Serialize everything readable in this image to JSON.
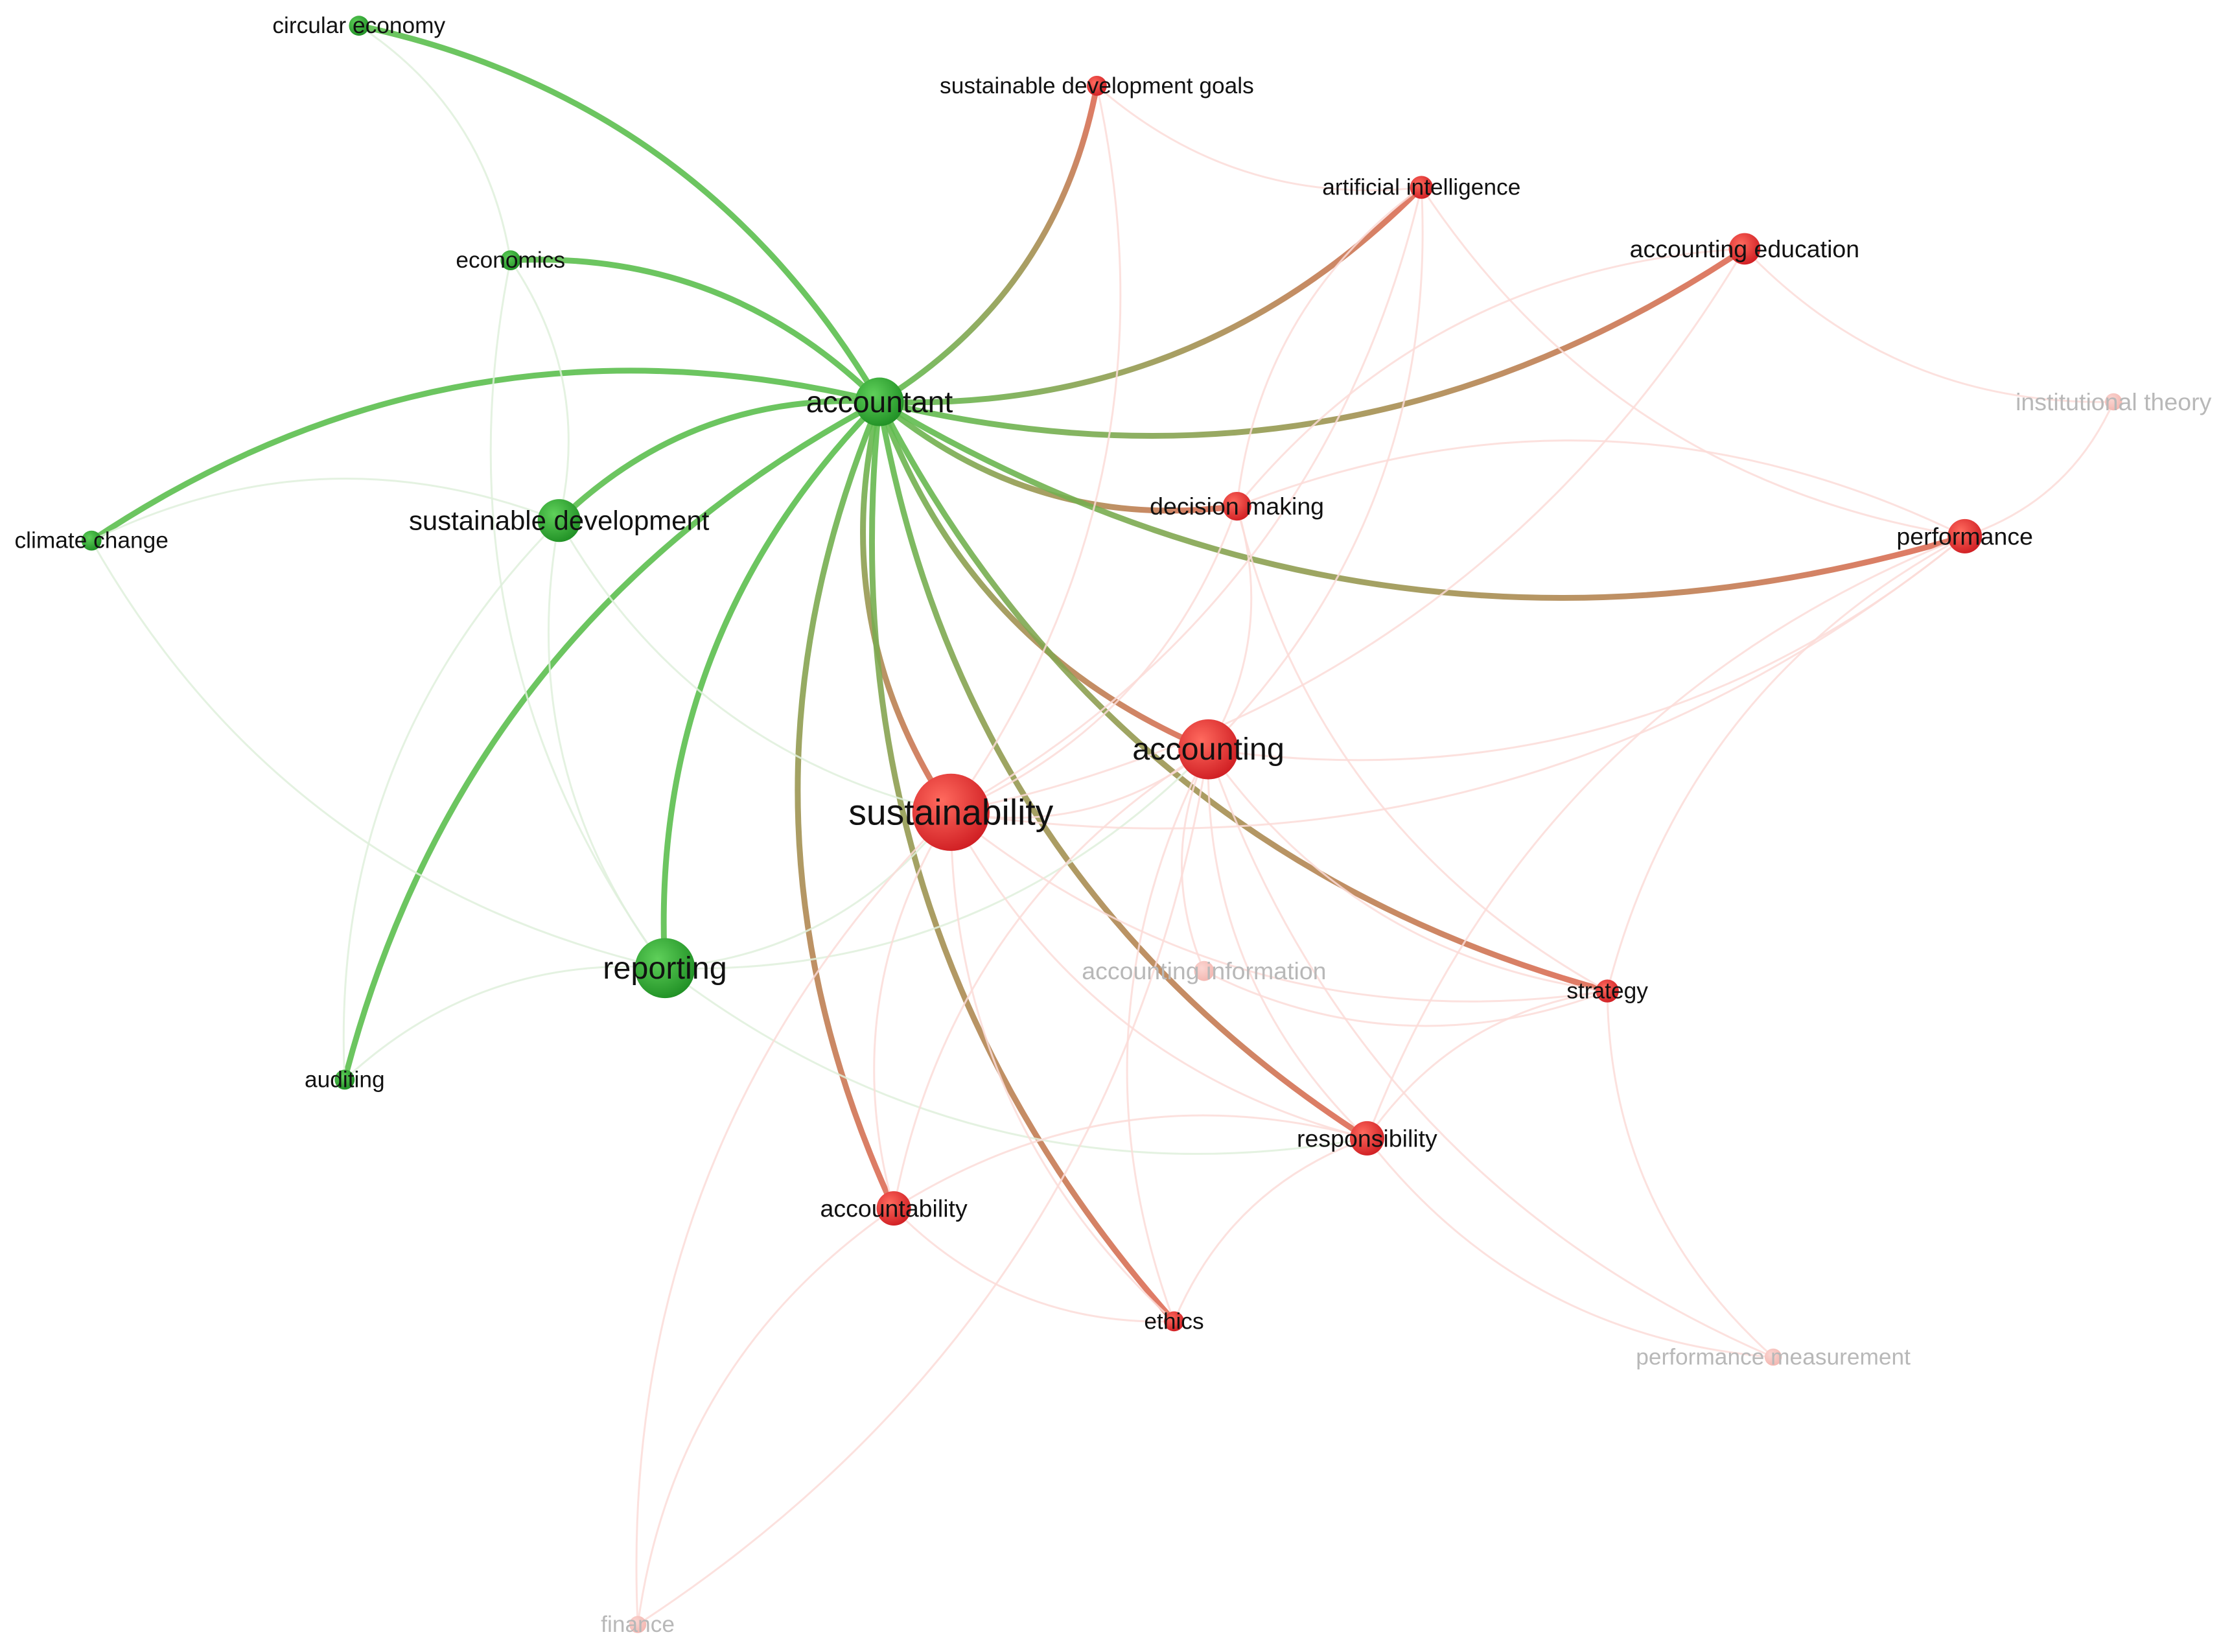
{
  "colors": {
    "green_cluster": "#2ea32e",
    "red_cluster": "#e0262a",
    "faded_label": "#b8b8b8",
    "label": "#111111"
  },
  "nodes": [
    {
      "id": "accountant",
      "label": "accountant",
      "cluster": "green",
      "weight": 3,
      "faded": false
    },
    {
      "id": "sustainable-development",
      "label": "sustainable development",
      "cluster": "green",
      "weight": 2,
      "faded": false
    },
    {
      "id": "reporting",
      "label": "reporting",
      "cluster": "green",
      "weight": 3,
      "faded": false
    },
    {
      "id": "economics",
      "label": "economics",
      "cluster": "green",
      "weight": 1,
      "faded": false
    },
    {
      "id": "circular-economy",
      "label": "circular economy",
      "cluster": "green",
      "weight": 1,
      "faded": false
    },
    {
      "id": "climate-change",
      "label": "climate change",
      "cluster": "green",
      "weight": 1,
      "faded": false
    },
    {
      "id": "auditing",
      "label": "auditing",
      "cluster": "green",
      "weight": 1,
      "faded": false
    },
    {
      "id": "sustainability",
      "label": "sustainability",
      "cluster": "red",
      "weight": 5,
      "faded": false
    },
    {
      "id": "accounting",
      "label": "accounting",
      "cluster": "red",
      "weight": 3,
      "faded": false
    },
    {
      "id": "sustainable-development-goals",
      "label": "sustainable development goals",
      "cluster": "red",
      "weight": 1,
      "faded": false
    },
    {
      "id": "artificial-intelligence",
      "label": "artificial intelligence",
      "cluster": "red",
      "weight": 1,
      "faded": false
    },
    {
      "id": "accounting-education",
      "label": "accounting education",
      "cluster": "red",
      "weight": 2,
      "faded": false
    },
    {
      "id": "institutional-theory",
      "label": "institutional theory",
      "cluster": "red",
      "weight": 1,
      "faded": true
    },
    {
      "id": "decision-making",
      "label": "decision making",
      "cluster": "red",
      "weight": 1,
      "faded": false
    },
    {
      "id": "performance",
      "label": "performance",
      "cluster": "red",
      "weight": 2,
      "faded": false
    },
    {
      "id": "accounting-information",
      "label": "accounting information",
      "cluster": "red",
      "weight": 1,
      "faded": true
    },
    {
      "id": "strategy",
      "label": "strategy",
      "cluster": "red",
      "weight": 1,
      "faded": false
    },
    {
      "id": "responsibility",
      "label": "responsibility",
      "cluster": "red",
      "weight": 2,
      "faded": false
    },
    {
      "id": "accountability",
      "label": "accountability",
      "cluster": "red",
      "weight": 2,
      "faded": false
    },
    {
      "id": "ethics",
      "label": "ethics",
      "cluster": "red",
      "weight": 1,
      "faded": false
    },
    {
      "id": "performance-measurement",
      "label": "performance measurement",
      "cluster": "red",
      "weight": 1,
      "faded": true
    },
    {
      "id": "finance",
      "label": "finance",
      "cluster": "red",
      "weight": 1,
      "faded": true
    }
  ],
  "links": [
    {
      "source": "accountant",
      "target": "circular-economy",
      "strength": "strong"
    },
    {
      "source": "accountant",
      "target": "economics",
      "strength": "strong"
    },
    {
      "source": "accountant",
      "target": "climate-change",
      "strength": "strong"
    },
    {
      "source": "accountant",
      "target": "sustainable-development",
      "strength": "strong"
    },
    {
      "source": "accountant",
      "target": "auditing",
      "strength": "strong"
    },
    {
      "source": "accountant",
      "target": "reporting",
      "strength": "strong"
    },
    {
      "source": "accountant",
      "target": "sustainability",
      "strength": "strong"
    },
    {
      "source": "accountant",
      "target": "accounting",
      "strength": "strong"
    },
    {
      "source": "accountant",
      "target": "sustainable-development-goals",
      "strength": "strong"
    },
    {
      "source": "accountant",
      "target": "artificial-intelligence",
      "strength": "strong"
    },
    {
      "source": "accountant",
      "target": "accounting-education",
      "strength": "strong"
    },
    {
      "source": "accountant",
      "target": "decision-making",
      "strength": "strong"
    },
    {
      "source": "accountant",
      "target": "performance",
      "strength": "strong"
    },
    {
      "source": "accountant",
      "target": "strategy",
      "strength": "strong"
    },
    {
      "source": "accountant",
      "target": "responsibility",
      "strength": "strong"
    },
    {
      "source": "accountant",
      "target": "accountability",
      "strength": "strong"
    },
    {
      "source": "accountant",
      "target": "ethics",
      "strength": "strong"
    },
    {
      "source": "sustainable-development",
      "target": "climate-change",
      "strength": "weak"
    },
    {
      "source": "sustainable-development",
      "target": "economics",
      "strength": "weak"
    },
    {
      "source": "sustainable-development",
      "target": "reporting",
      "strength": "weak"
    },
    {
      "source": "sustainable-development",
      "target": "sustainability",
      "strength": "weak"
    },
    {
      "source": "sustainable-development",
      "target": "auditing",
      "strength": "weak"
    },
    {
      "source": "economics",
      "target": "circular-economy",
      "strength": "weak"
    },
    {
      "source": "economics",
      "target": "reporting",
      "strength": "weak"
    },
    {
      "source": "reporting",
      "target": "auditing",
      "strength": "weak"
    },
    {
      "source": "reporting",
      "target": "sustainability",
      "strength": "weak"
    },
    {
      "source": "reporting",
      "target": "accounting",
      "strength": "weak"
    },
    {
      "source": "reporting",
      "target": "responsibility",
      "strength": "weak"
    },
    {
      "source": "climate-change",
      "target": "reporting",
      "strength": "weak"
    },
    {
      "source": "sustainability",
      "target": "accounting",
      "strength": "weak"
    },
    {
      "source": "sustainability",
      "target": "accountability",
      "strength": "weak"
    },
    {
      "source": "sustainability",
      "target": "responsibility",
      "strength": "weak"
    },
    {
      "source": "sustainability",
      "target": "strategy",
      "strength": "weak"
    },
    {
      "source": "sustainability",
      "target": "performance",
      "strength": "weak"
    },
    {
      "source": "sustainability",
      "target": "decision-making",
      "strength": "weak"
    },
    {
      "source": "sustainability",
      "target": "ethics",
      "strength": "weak"
    },
    {
      "source": "sustainability",
      "target": "accounting-education",
      "strength": "weak"
    },
    {
      "source": "sustainability",
      "target": "artificial-intelligence",
      "strength": "weak"
    },
    {
      "source": "sustainability",
      "target": "finance",
      "strength": "weak"
    },
    {
      "source": "sustainability",
      "target": "sustainable-development-goals",
      "strength": "weak"
    },
    {
      "source": "accounting",
      "target": "strategy",
      "strength": "weak"
    },
    {
      "source": "accounting",
      "target": "responsibility",
      "strength": "weak"
    },
    {
      "source": "accounting",
      "target": "accountability",
      "strength": "weak"
    },
    {
      "source": "accounting",
      "target": "performance",
      "strength": "weak"
    },
    {
      "source": "accounting",
      "target": "decision-making",
      "strength": "weak"
    },
    {
      "source": "accounting",
      "target": "ethics",
      "strength": "weak"
    },
    {
      "source": "accounting",
      "target": "artificial-intelligence",
      "strength": "weak"
    },
    {
      "source": "accounting",
      "target": "performance-measurement",
      "strength": "weak"
    },
    {
      "source": "accounting",
      "target": "accounting-information",
      "strength": "weak"
    },
    {
      "source": "performance",
      "target": "institutional-theory",
      "strength": "weak"
    },
    {
      "source": "performance",
      "target": "strategy",
      "strength": "weak"
    },
    {
      "source": "performance",
      "target": "responsibility",
      "strength": "weak"
    },
    {
      "source": "performance",
      "target": "decision-making",
      "strength": "weak"
    },
    {
      "source": "accounting-education",
      "target": "institutional-theory",
      "strength": "weak"
    },
    {
      "source": "accounting-education",
      "target": "decision-making",
      "strength": "weak"
    },
    {
      "source": "artificial-intelligence",
      "target": "decision-making",
      "strength": "weak"
    },
    {
      "source": "artificial-intelligence",
      "target": "performance",
      "strength": "weak"
    },
    {
      "source": "strategy",
      "target": "performance-measurement",
      "strength": "weak"
    },
    {
      "source": "strategy",
      "target": "responsibility",
      "strength": "weak"
    },
    {
      "source": "responsibility",
      "target": "accountability",
      "strength": "weak"
    },
    {
      "source": "responsibility",
      "target": "ethics",
      "strength": "weak"
    },
    {
      "source": "responsibility",
      "target": "performance-measurement",
      "strength": "weak"
    },
    {
      "source": "accountability",
      "target": "ethics",
      "strength": "weak"
    },
    {
      "source": "accountability",
      "target": "finance",
      "strength": "weak"
    },
    {
      "source": "finance",
      "target": "accounting",
      "strength": "weak"
    },
    {
      "source": "decision-making",
      "target": "strategy",
      "strength": "weak"
    },
    {
      "source": "accounting-information",
      "target": "strategy",
      "strength": "weak"
    },
    {
      "source": "sustainable-development-goals",
      "target": "artificial-intelligence",
      "strength": "weak"
    }
  ]
}
